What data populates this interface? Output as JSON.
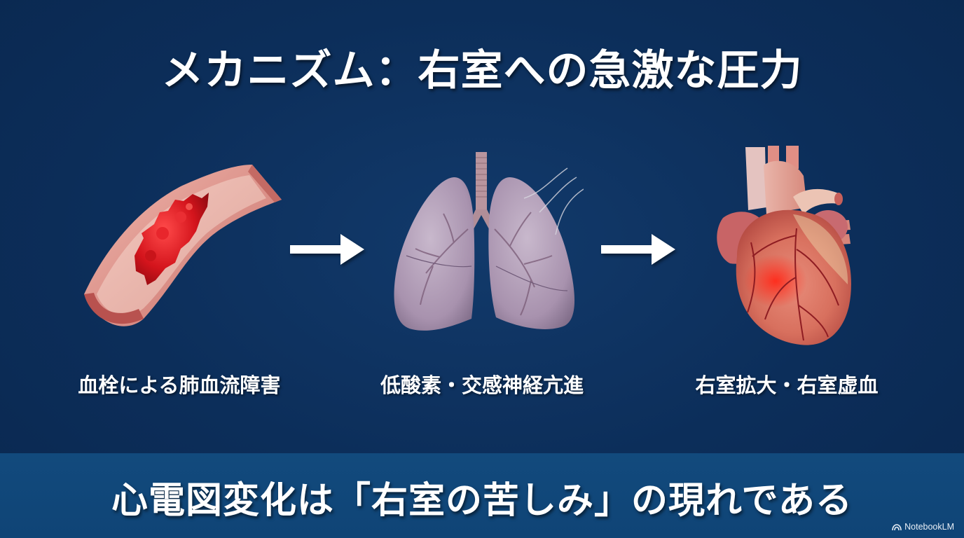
{
  "slide": {
    "title": "メカニズム：右室への急激な圧力",
    "steps": [
      {
        "caption": "血栓による肺血流障害",
        "illustration": "blood-vessel-with-clot"
      },
      {
        "caption": "低酸素・交感神経亢進",
        "illustration": "lungs"
      },
      {
        "caption": "右室拡大・右室虚血",
        "illustration": "heart-with-right-ventricle-strain"
      }
    ],
    "connectors": [
      "arrow-right-icon",
      "arrow-right-icon"
    ],
    "conclusion": "心電図変化は「右室の苦しみ」の現れである",
    "brand": "NotebookLM"
  },
  "colors": {
    "background": "#0c2e5a",
    "banner": "#124a7d",
    "text": "#ffffff",
    "clot": "#d4141c",
    "vessel": "#e8a8a0",
    "lung": "#b8a6bc",
    "heart_hotspot": "#ff2a1a"
  }
}
